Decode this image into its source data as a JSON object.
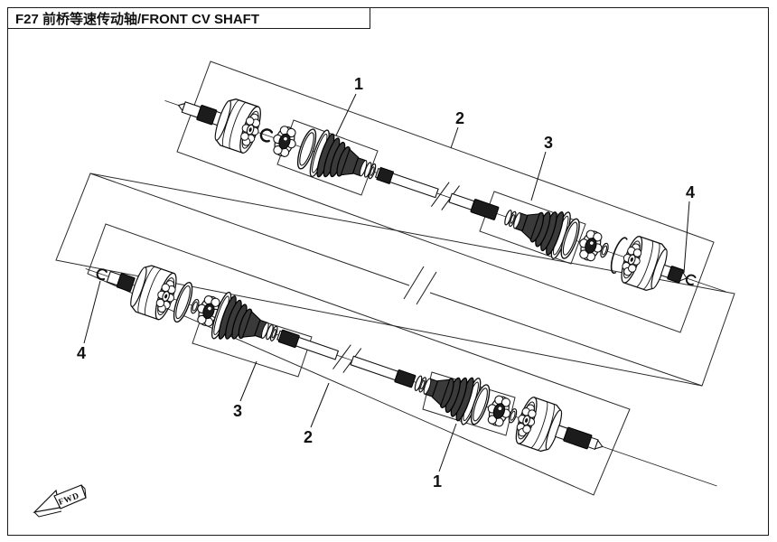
{
  "header": {
    "code": "F27",
    "title_cn": "前桥等速传动轴",
    "title_en": "FRONT CV SHAFT",
    "title_full": "F27  前桥等速传动轴/FRONT CV SHAFT"
  },
  "diagram": {
    "fwd_label": "FWD",
    "callouts": {
      "top_assembly": [
        {
          "label": "1"
        },
        {
          "label": "2"
        },
        {
          "label": "3"
        },
        {
          "label": "4"
        }
      ],
      "bottom_assembly": [
        {
          "label": "4"
        },
        {
          "label": "3"
        },
        {
          "label": "2"
        },
        {
          "label": "1"
        }
      ]
    },
    "colors": {
      "line": "#1a1a1a",
      "background": "#ffffff",
      "dark_fill": "#1c1c1c",
      "boot_fill": "#3a3a3a"
    }
  }
}
